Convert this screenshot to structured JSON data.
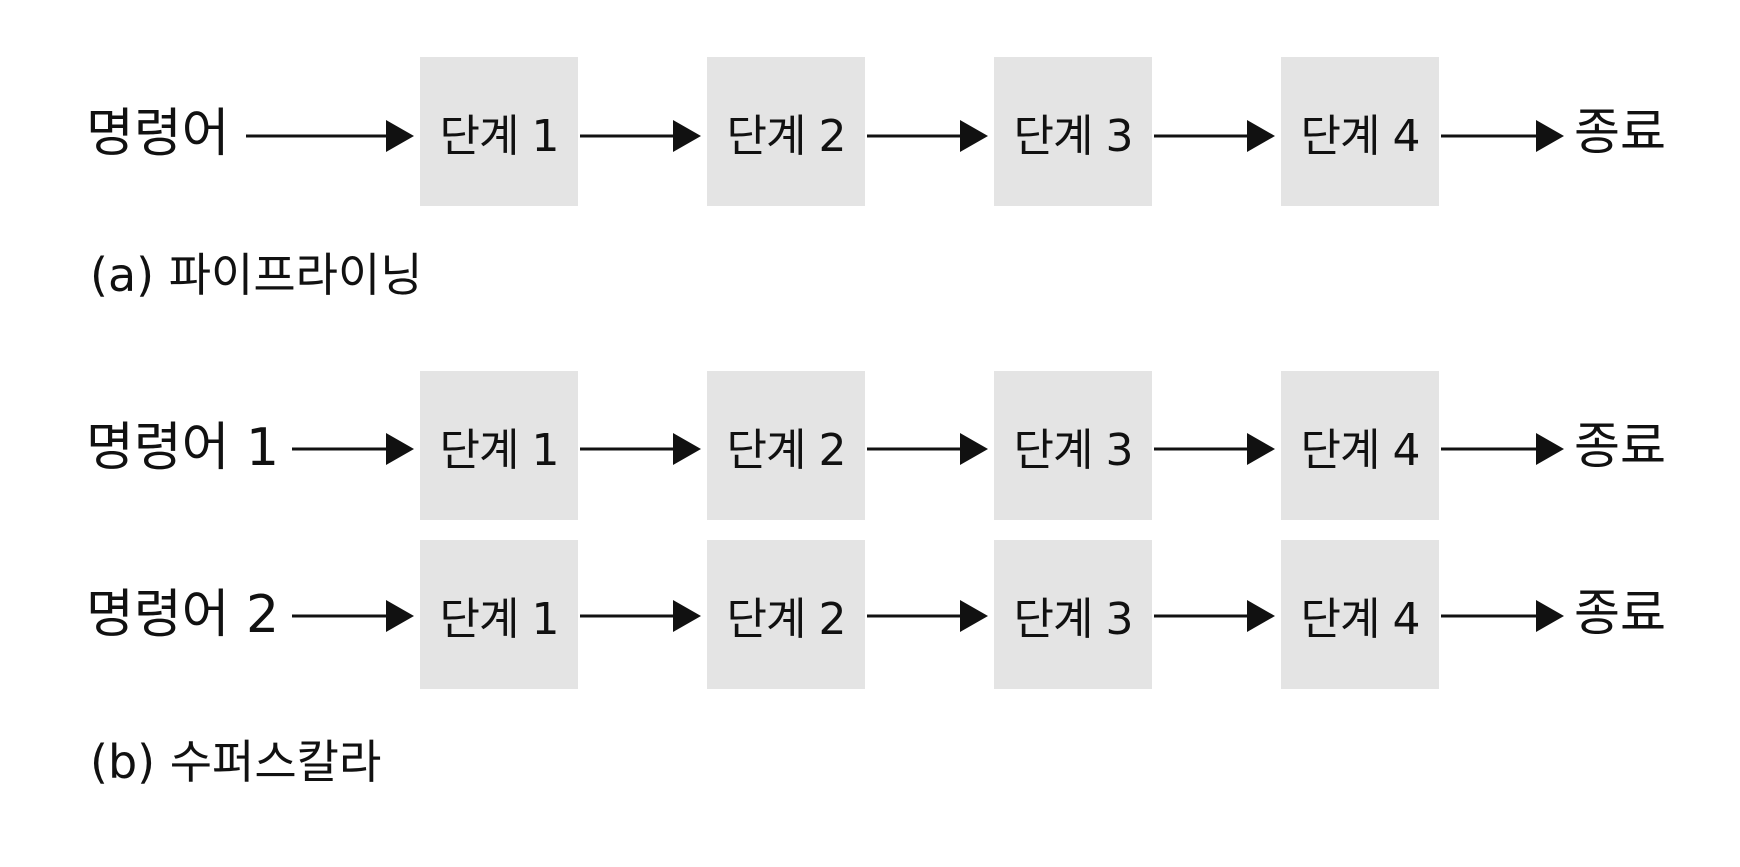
{
  "pipelining": {
    "caption": "(a) 파이프라이닝",
    "rows": [
      {
        "instruction": "명령어",
        "stages": [
          "단계 1",
          "단계 2",
          "단계 3",
          "단계 4"
        ],
        "end": "종료"
      }
    ]
  },
  "superscalar": {
    "caption": "(b) 수퍼스칼라",
    "rows": [
      {
        "instruction": "명령어 1",
        "stages": [
          "단계 1",
          "단계 2",
          "단계 3",
          "단계 4"
        ],
        "end": "종료"
      },
      {
        "instruction": "명령어 2",
        "stages": [
          "단계 1",
          "단계 2",
          "단계 3",
          "단계 4"
        ],
        "end": "종료"
      }
    ]
  },
  "colors": {
    "stage_fill": "#e4e4e4",
    "ink": "#111111"
  }
}
